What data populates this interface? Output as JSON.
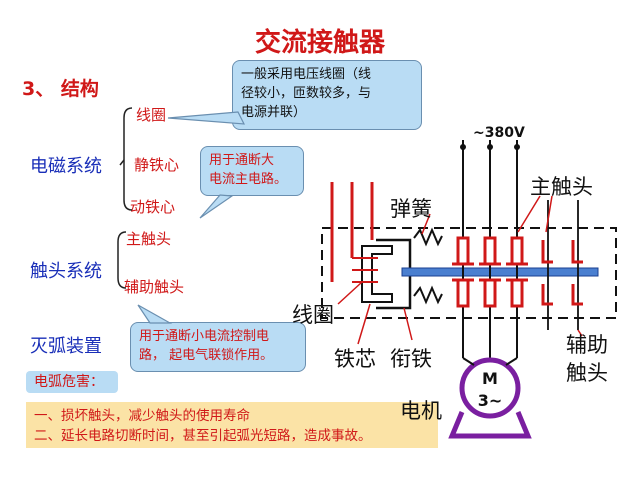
{
  "title": "交流接触器",
  "section_heading": "3、 结构",
  "systems": {
    "em": "电磁系统",
    "contact": "触头系统",
    "arc": "灭弧装置"
  },
  "subs": {
    "coil": "线圈",
    "static_core": "静铁心",
    "moving_core": "动铁心",
    "main_contact": "主触头",
    "aux_contact": "辅助触头"
  },
  "callouts": {
    "coil_lines": [
      "一般采用电压线圈（线",
      "径较小，匝数较多，与",
      "电源并联）"
    ],
    "main_lines": [
      "用于通断大",
      "电流主电路。"
    ],
    "aux_lines": [
      "用于通断小电流控制电",
      "路， 起电气联锁作用。"
    ]
  },
  "hazard": {
    "tag": "电弧危害：",
    "lines": [
      "一、损坏触头，减少触头的使用寿命",
      "二、延长电路切断时间，甚至引起弧光短路，造成事故。"
    ]
  },
  "diagram_labels": {
    "voltage": "~380V",
    "main_contact": "主触头",
    "spring": "弹簧",
    "coil": "线圈",
    "core": "铁芯",
    "armature": "衔铁",
    "aux_top": "辅助",
    "aux_bottom": "触头",
    "motor_top": "M",
    "motor_bottom": "3~",
    "motor_label": "电机"
  },
  "colors": {
    "red": "#d01818",
    "blue": "#1a2fb8",
    "callout_bg": "#b9dcf4",
    "hazard_bg": "#fbe3a6",
    "motor": "#7a1fa0",
    "armature_bar": "#4a7fd0"
  }
}
